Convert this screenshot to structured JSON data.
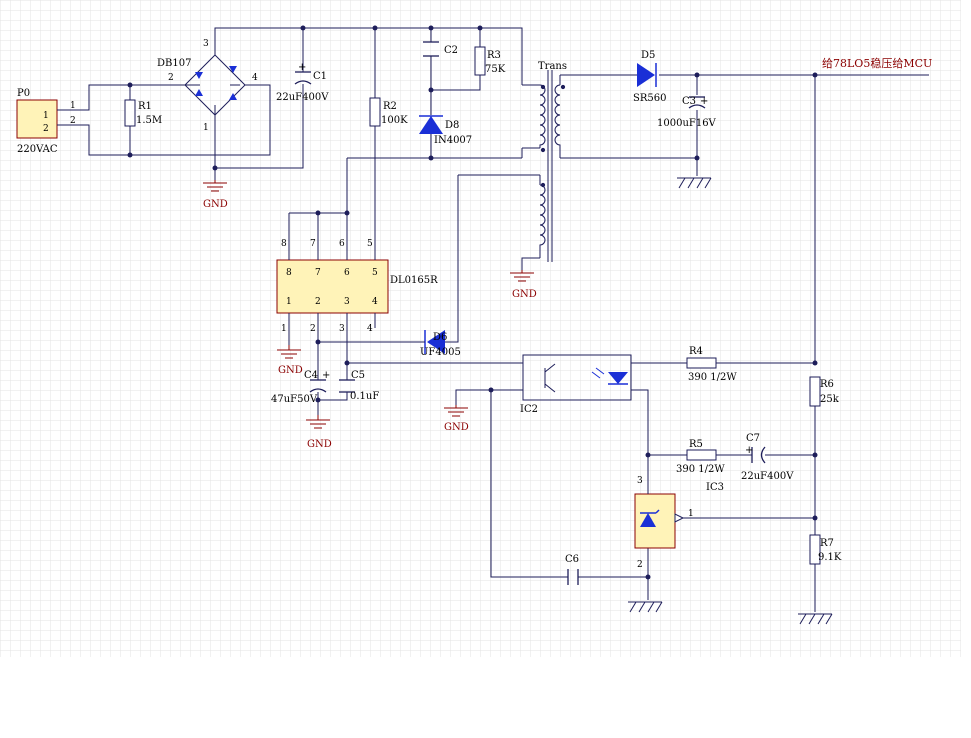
{
  "colors": {
    "wire": "#1e1e5a",
    "component_fill": "#fff3b8",
    "component_stroke": "#8b0000",
    "diode": "#1a2fd6",
    "grid": "#dddddd",
    "net_label": "#8b0000"
  },
  "connectors": {
    "P0": {
      "ref": "P0",
      "value": "220VAC",
      "pins": [
        "1",
        "2"
      ]
    }
  },
  "bridge": {
    "ref": "DB107",
    "pins": [
      "1",
      "2",
      "3",
      "4"
    ]
  },
  "resistors": {
    "R1": {
      "ref": "R1",
      "value": "1.5M"
    },
    "R2": {
      "ref": "R2",
      "value": "100K"
    },
    "R3": {
      "ref": "R3",
      "value": "75K"
    },
    "R4": {
      "ref": "R4",
      "value": "390 1/2W"
    },
    "R5": {
      "ref": "R5",
      "value": "390 1/2W"
    },
    "R6": {
      "ref": "R6",
      "value": "25k"
    },
    "R7": {
      "ref": "R7",
      "value": "9.1K"
    }
  },
  "capacitors": {
    "C1": {
      "ref": "C1",
      "value": "22uF400V"
    },
    "C2": {
      "ref": "C2",
      "value": ""
    },
    "C3": {
      "ref": "C3",
      "value": "1000uF16V"
    },
    "C4": {
      "ref": "C4",
      "value": "47uF50V"
    },
    "C5": {
      "ref": "C5",
      "value": "0.1uF"
    },
    "C6": {
      "ref": "C6",
      "value": ""
    },
    "C7": {
      "ref": "C7",
      "value": "22uF400V"
    }
  },
  "diodes": {
    "D5": {
      "ref": "D5",
      "value": "SR560"
    },
    "D6": {
      "ref": "D6",
      "value": "UF4005"
    },
    "D8": {
      "ref": "D8",
      "value": "IN4007"
    }
  },
  "transformer": {
    "ref": "Trans"
  },
  "ic": {
    "ref": "DL0165R",
    "top_pins": [
      "8",
      "7",
      "6",
      "5"
    ],
    "bottom_pins": [
      "1",
      "2",
      "3",
      "4"
    ]
  },
  "optocoupler": {
    "ref": "IC2"
  },
  "shunt": {
    "ref": "IC3",
    "pins": [
      "1",
      "2",
      "3"
    ]
  },
  "nets": {
    "gnd": "GND",
    "output": "给78LO5稳压给MCU"
  },
  "symbols": {
    "plus": "+"
  }
}
